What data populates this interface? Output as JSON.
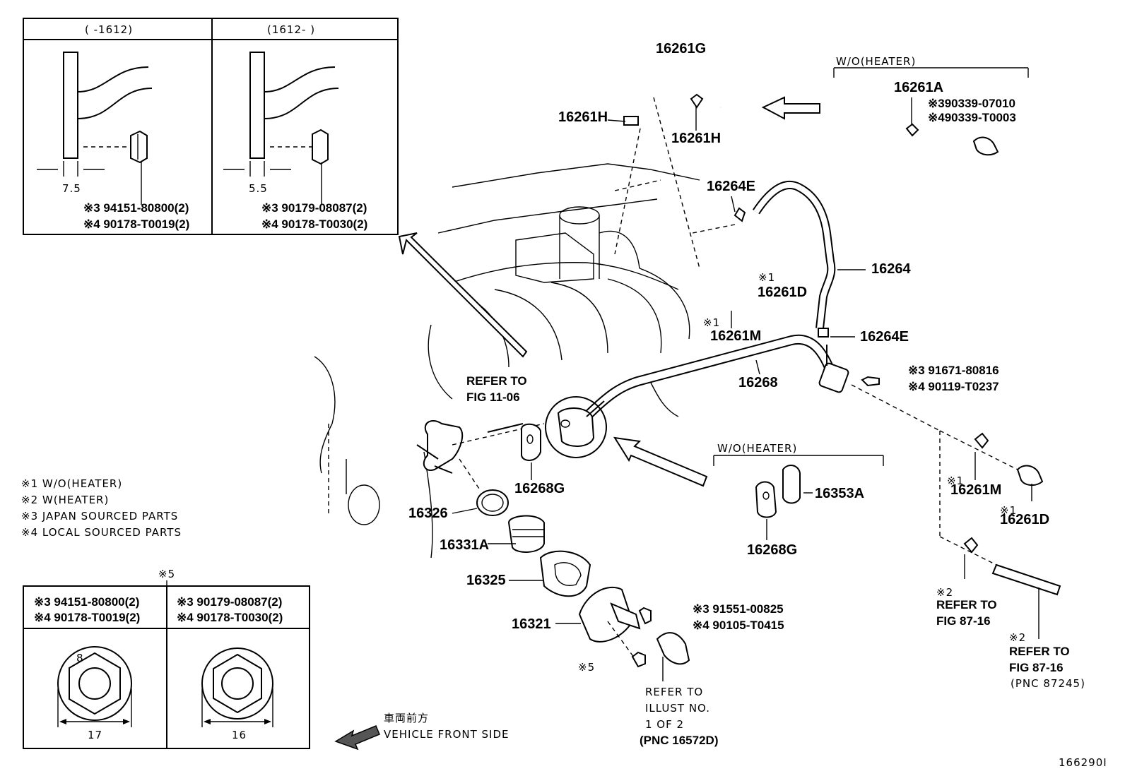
{
  "detail_boxes": {
    "left_header": "(      -1612)",
    "right_header": "(1612-       )",
    "left_dim": "7.5",
    "right_dim": "5.5",
    "left_part_1": "※3 94151-80800(2)",
    "left_part_2": "※4 90178-T0019(2)",
    "right_part_1": "※3 90179-08087(2)",
    "right_part_2": "※4 90178-T0030(2)"
  },
  "callouts": {
    "p16261G": "16261G",
    "p16261H_a": "16261H",
    "p16261H_b": "16261H",
    "p16264E_a": "16264E",
    "p16264E_b": "16264E",
    "p16264": "16264",
    "p16261D_a": "16261D",
    "p16261M_a": "16261M",
    "p16268": "16268",
    "p16268G_a": "16268G",
    "p16326": "16326",
    "p16331A": "16331A",
    "p16325": "16325",
    "p16321": "16321",
    "p16353A": "16353A",
    "p16268G_b": "16268G",
    "p16261M_b": "16261M",
    "p16261D_b": "16261D",
    "p16261A": "16261A",
    "note1": "※1",
    "note1b": "※1",
    "note1c": "※1",
    "note1d": "※1",
    "note2": "※2",
    "note2b": "※2",
    "note5": "※5",
    "note5b": "※5"
  },
  "wo_heater_top": {
    "title": "W/O(HEATER)",
    "line1": "※390339-07010",
    "line2": "※490339-T0003"
  },
  "wo_heater_mid": {
    "title": "W/O(HEATER)"
  },
  "bolt_spec": {
    "line1": "※3  91671-80816",
    "line2": "※4  90119-T0237"
  },
  "screw_spec": {
    "line1": "※3 91551-00825",
    "line2": "※4 90105-T0415"
  },
  "refer_fig_11": {
    "line1": "REFER TO",
    "line2": "FIG 11-06"
  },
  "refer_fig_87a": {
    "line1": "REFER TO",
    "line2": "FIG 87-16"
  },
  "refer_fig_87b": {
    "line1": "REFER TO",
    "line2": "FIG 87-16",
    "line3": "(PNC 87245)"
  },
  "refer_illust": {
    "line1": "REFER TO",
    "line2": "ILLUST NO.",
    "line3": "1 OF 2",
    "line4": "(PNC 16572D)"
  },
  "legend": {
    "l1": "※1 W/O(HEATER)",
    "l2": "※2 W(HEATER)",
    "l3": "※3 JAPAN SOURCED PARTS",
    "l4": "※4 LOCAL SOURCED PARTS"
  },
  "nut_table": {
    "left_1": "※3  94151-80800(2)",
    "left_2": "※4  90178-T0019(2)",
    "right_1": "※3  90179-08087(2)",
    "right_2": "※4  90178-T0030(2)",
    "left_width": "17",
    "right_width": "16",
    "left_small": "8"
  },
  "front_side": {
    "jp": "車両前方",
    "en": "VEHICLE FRONT SIDE"
  },
  "illustration_id": "166290I"
}
